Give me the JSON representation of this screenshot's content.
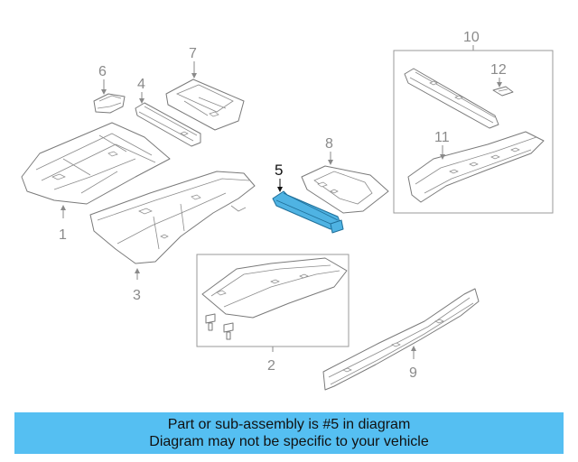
{
  "callouts": {
    "p1": "1",
    "p2": "2",
    "p3": "3",
    "p4": "4",
    "p5": "5",
    "p6": "6",
    "p7": "7",
    "p8": "8",
    "p9": "9",
    "p10": "10",
    "p11": "11",
    "p12": "12"
  },
  "highlighted_part": "5",
  "highlight_color": "#55bff2",
  "banner": {
    "line1": "Part or sub-assembly is #5 in diagram",
    "line2": "Diagram may not be specific to your vehicle"
  }
}
